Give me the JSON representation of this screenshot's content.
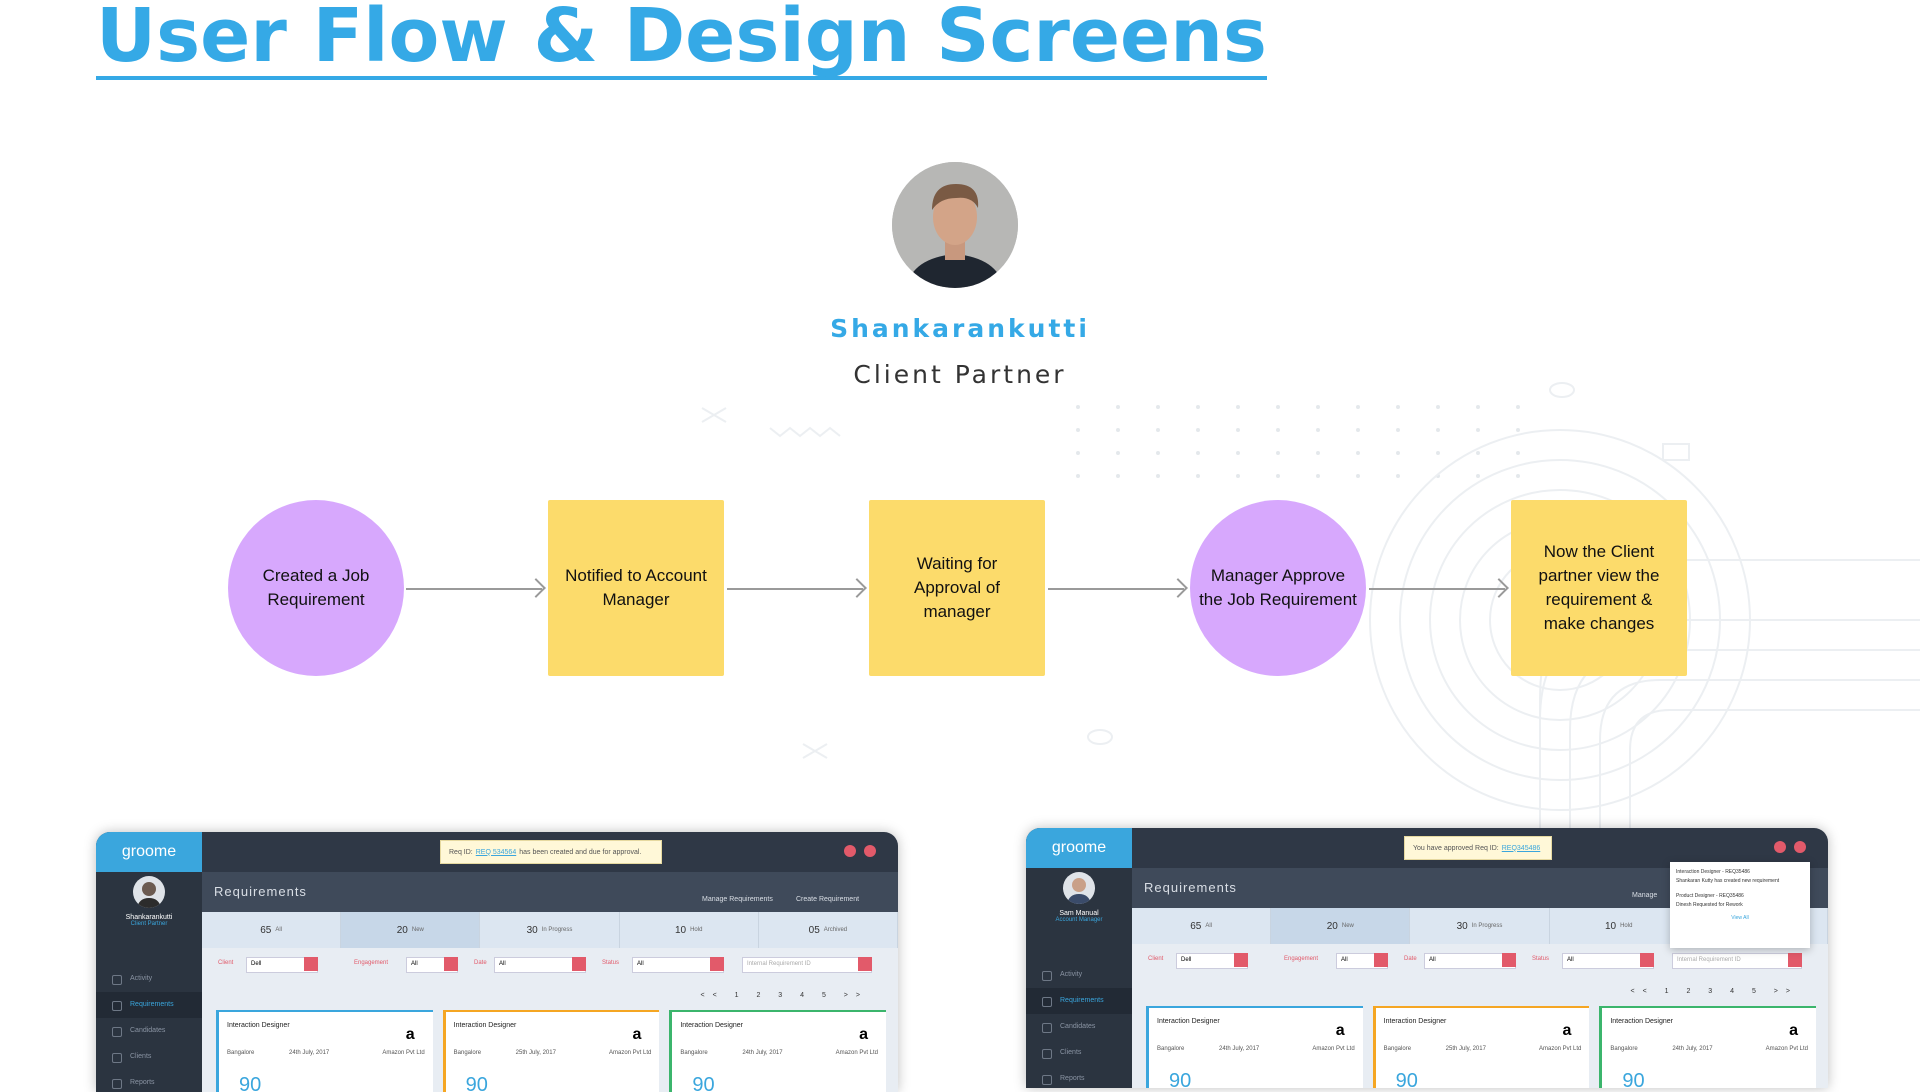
{
  "page": {
    "title": "User Flow & Design Screens"
  },
  "persona": {
    "name": "Shankarankutti",
    "role": "Client Partner"
  },
  "flow": {
    "steps": [
      {
        "label": "Created a Job Requirement",
        "shape": "circle"
      },
      {
        "label": "Notified to Account Manager",
        "shape": "square"
      },
      {
        "label": "Waiting for Approval of manager",
        "shape": "square"
      },
      {
        "label": "Manager Approve the Job Requirement",
        "shape": "circle"
      },
      {
        "label": "Now the Client partner view the requirement & make changes",
        "shape": "square"
      }
    ],
    "colors": {
      "circle": "#d7a8fd",
      "square": "#fcdb6b",
      "accent": "#35a9e6"
    }
  },
  "screens": [
    {
      "logo": "groome",
      "toast_prefix": "Req ID:",
      "toast_link": "REQ 534564",
      "toast_suffix": "has been created and due for approval.",
      "header_title": "Requirements",
      "actions": [
        "Manage Requirements",
        "Create Requirement"
      ],
      "user": {
        "name": "Shankarankutti",
        "role": "Client Partner"
      },
      "nav": [
        "Activity",
        "Requirements",
        "Candidates",
        "Clients",
        "Reports"
      ],
      "tabs": [
        {
          "count": "65",
          "label": "All"
        },
        {
          "count": "20",
          "label": "New"
        },
        {
          "count": "30",
          "label": "In Progress"
        },
        {
          "count": "10",
          "label": "Hold"
        },
        {
          "count": "05",
          "label": "Archived"
        }
      ],
      "filters": [
        "Client",
        "Engagement",
        "Date",
        "Status"
      ],
      "filter_values": [
        "Dell",
        "All",
        "All",
        "All"
      ],
      "search_placeholder": "Internal Requirement ID",
      "pager": "<< 1 2 3 4 5 >>",
      "cards": [
        {
          "title": "Interaction Designer",
          "location": "Bangalore",
          "date": "24th July, 2017",
          "company": "Amazon Pvt Ltd",
          "number": "90"
        },
        {
          "title": "Interaction Designer",
          "location": "Bangalore",
          "date": "25th July, 2017",
          "company": "Amazon Pvt Ltd",
          "number": "90"
        },
        {
          "title": "Interaction Designer",
          "location": "Bangalore",
          "date": "24th July, 2017",
          "company": "Amazon Pvt Ltd",
          "number": "90"
        }
      ]
    },
    {
      "logo": "groome",
      "toast_prefix": "You have approved Req ID:",
      "toast_link": "REQ345486",
      "toast_suffix": "",
      "header_title": "Requirements",
      "actions": [
        "Manage"
      ],
      "user": {
        "name": "Sam Manual",
        "role": "Account Manager"
      },
      "nav": [
        "Activity",
        "Requirements",
        "Candidates",
        "Clients",
        "Reports"
      ],
      "tabs": [
        {
          "count": "65",
          "label": "All"
        },
        {
          "count": "20",
          "label": "New"
        },
        {
          "count": "30",
          "label": "In Progress"
        },
        {
          "count": "10",
          "label": "Hold"
        }
      ],
      "filters": [
        "Client",
        "Engagement",
        "Date",
        "Status"
      ],
      "filter_values": [
        "Dell",
        "All",
        "All",
        "All"
      ],
      "search_placeholder": "Internal Requirement ID",
      "pager": "<< 1 2 3 4 5 >>",
      "notifications": [
        {
          "title": "Interaction Designer - REQ35486",
          "text": "Shankaran Kutty has created new requirement"
        },
        {
          "title": "Product Designer - REQ35486",
          "text": "Dinesh Requested for Rework"
        }
      ],
      "notif_link": "View All",
      "cards": [
        {
          "title": "Interaction Designer",
          "location": "Bangalore",
          "date": "24th July, 2017",
          "company": "Amazon Pvt Ltd",
          "number": "90"
        },
        {
          "title": "Interaction Designer",
          "location": "Bangalore",
          "date": "25th July, 2017",
          "company": "Amazon Pvt Ltd",
          "number": "90"
        },
        {
          "title": "Interaction Designer",
          "location": "Bangalore",
          "date": "24th July, 2017",
          "company": "Amazon Pvt Ltd",
          "number": "90"
        }
      ]
    }
  ]
}
